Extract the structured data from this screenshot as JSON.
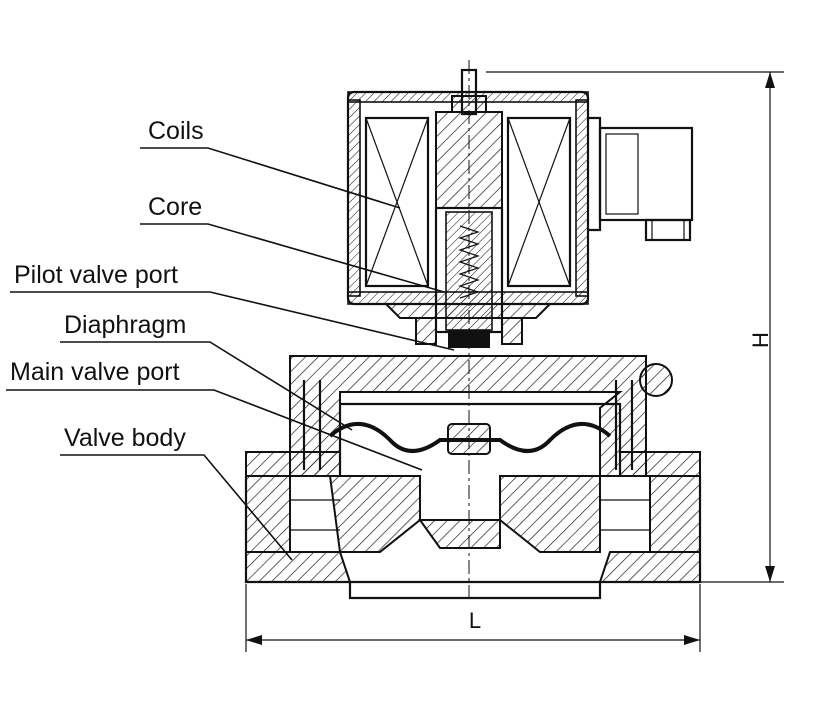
{
  "labels": {
    "coils": "Coils",
    "core": "Core",
    "pilot_valve_port": "Pilot valve port",
    "diaphragm": "Diaphragm",
    "main_valve_port": "Main valve port",
    "valve_body": "Valve body"
  },
  "dimensions": {
    "height": "H",
    "length": "L"
  }
}
